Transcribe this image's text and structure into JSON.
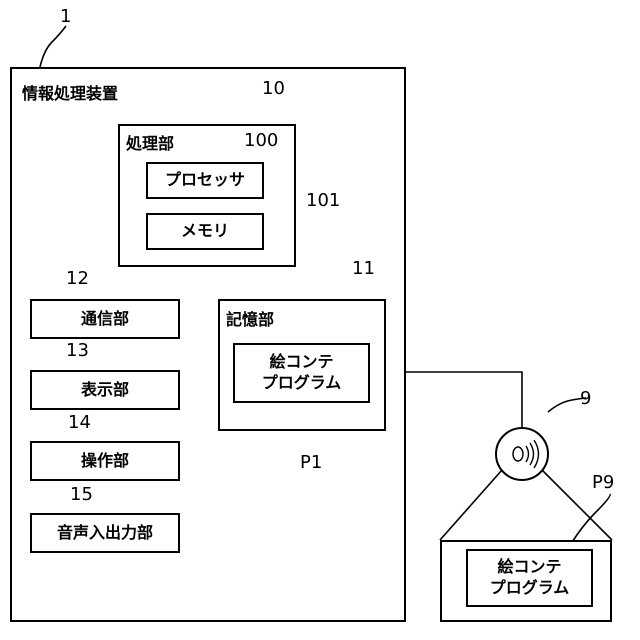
{
  "device": {
    "ref": "1",
    "title": "情報処理装置"
  },
  "processing": {
    "ref": "10",
    "title": "処理部",
    "processor": {
      "ref": "100",
      "label": "プロセッサ"
    },
    "memory": {
      "ref": "101",
      "label": "メモリ"
    }
  },
  "communication": {
    "ref": "12",
    "label": "通信部"
  },
  "display": {
    "ref": "13",
    "label": "表示部"
  },
  "operation": {
    "ref": "14",
    "label": "操作部"
  },
  "audio_io": {
    "ref": "15",
    "label": "音声入出力部"
  },
  "storage": {
    "ref": "11",
    "title": "記憶部",
    "program": {
      "ref": "P1",
      "line1": "絵コンテ",
      "line2": "プログラム"
    }
  },
  "disc": {
    "ref": "9"
  },
  "external": {
    "program": {
      "ref": "P9",
      "line1": "絵コンテ",
      "line2": "プログラム"
    }
  }
}
